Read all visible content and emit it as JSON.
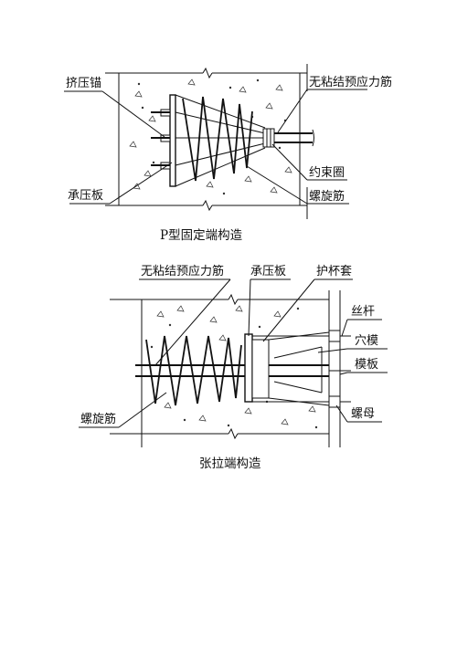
{
  "diagram_top": {
    "caption": "P型固定端构造",
    "labels": {
      "squeeze_anchor": "挤压锚",
      "unbonded_tendon": "无粘结预应力筋",
      "restraint_ring": "约束圈",
      "bearing_plate": "承压板",
      "spiral_rebar": "螺旋筋"
    }
  },
  "diagram_bottom": {
    "caption": "张拉端构造",
    "labels": {
      "unbonded_tendon": "无粘结预应力筋",
      "bearing_plate": "承压板",
      "cup_sleeve": "护杯套",
      "threaded_rod": "丝杆",
      "pocket_former": "穴模",
      "formwork": "模板",
      "spiral_rebar": "螺旋筋",
      "nut": "螺母"
    }
  }
}
